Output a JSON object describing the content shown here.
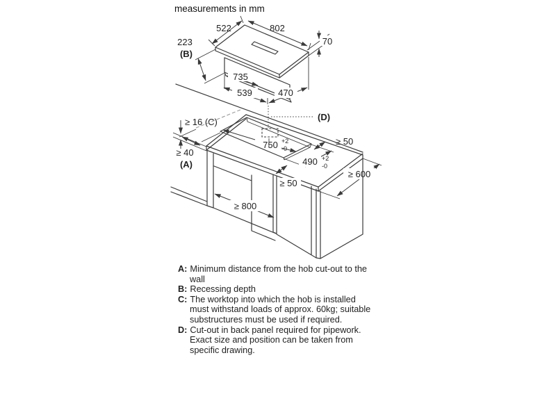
{
  "title": "measurements in mm",
  "colors": {
    "line": "#3a3a3a",
    "hidden_dash": "#9b9b9b",
    "text": "#1f1f1f"
  },
  "hob": {
    "width": "802",
    "depth": "522",
    "height": "70",
    "recess_depth": "223",
    "recess_ref": "(B)",
    "base_width": "735",
    "duct_left": "539",
    "duct_right": "470"
  },
  "worktop": {
    "thickness": "≥ 16 (C)",
    "wall_distance": "≥ 40",
    "wall_ref": "(A)",
    "cutout_width": "750",
    "cutout_width_tol_plus": "+2",
    "cutout_width_tol_minus": "-0",
    "cutout_depth": "490",
    "cutout_depth_tol_plus": "+2",
    "cutout_depth_tol_minus": "-0",
    "clearance_back": "≥ 50",
    "clearance_front": "≥ 50",
    "counter_depth": "≥ 600",
    "cabinet_width": "≥ 800",
    "pipework_ref": "(D)"
  },
  "legend": {
    "items": [
      {
        "label": "A",
        "colon": ":",
        "text": "Minimum distance from the hob cut-out to the wall"
      },
      {
        "label": "B",
        "colon": ":",
        "text": "Recessing depth"
      },
      {
        "label": "C",
        "colon": ":",
        "text": "The worktop into which the hob is installed must withstand loads of approx. 60kg; suitable substructures must be used if required."
      },
      {
        "label": "D",
        "colon": ":",
        "text": "Cut-out in back panel required for pipework. Exact size and position can be taken from specific drawing."
      }
    ]
  }
}
